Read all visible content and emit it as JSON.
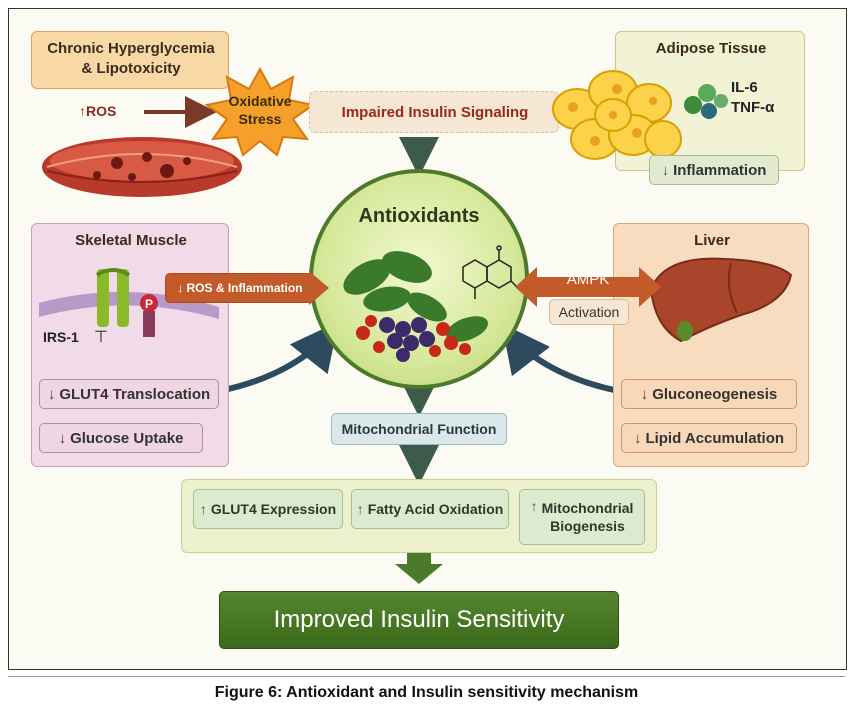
{
  "hyperglycemia": {
    "line1": "Chronic Hyperglycemia",
    "line2": "& Lipotoxicity"
  },
  "ros_up": "ROS",
  "oxidative_stress": {
    "line1": "Oxidative",
    "line2": "Stress"
  },
  "impaired_signaling": "Impaired Insulin Signaling",
  "adipose": {
    "title": "Adipose Tissue",
    "il6": "IL-6",
    "tnf": "TNF-α",
    "inflammation": "Inflammation"
  },
  "antioxidants": "Antioxidants",
  "skeletal_muscle": {
    "title": "Skeletal Muscle",
    "ros_inflammation": "ROS & Inflammation",
    "p_label": "P",
    "irs1": "IRS-1",
    "glut4_translocation": "GLUT4 Translocation",
    "glucose_uptake": "Glucose Uptake"
  },
  "liver": {
    "title": "Liver",
    "ampk": "AMPK",
    "activation": "Activation",
    "gluconeogenesis": "Gluconeogenesis",
    "lipid_accumulation": "Lipid Accumulation"
  },
  "mitochondrial_function": "Mitochondrial Function",
  "outcomes": {
    "glut4_expression": "GLUT4 Expression",
    "fatty_acid_oxidation": "Fatty Acid Oxidation",
    "mito_line1": "Mitochondrial",
    "mito_line2": "Biogenesis"
  },
  "result": "Improved Insulin Sensitivity",
  "caption": "Figure 6: Antioxidant and Insulin sensitivity mechanism",
  "colors": {
    "arrow_down": "#4a6a50",
    "arrow_up_red": "#8b2a1a",
    "green_arrow": "#5a8a2a",
    "blue_arrow": "#2e4a5e",
    "result_bg": "#3f6e1f"
  }
}
